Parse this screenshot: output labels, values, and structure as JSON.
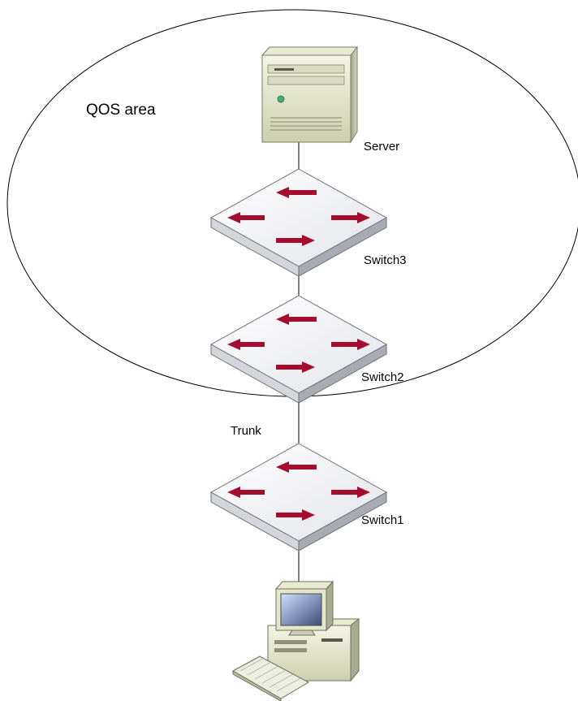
{
  "area": {
    "label": "QOS area"
  },
  "nodes": {
    "server": {
      "label": "Server"
    },
    "switch3": {
      "label": "Switch3"
    },
    "switch2": {
      "label": "Switch2"
    },
    "switch1": {
      "label": "Switch1"
    },
    "pc": {
      "label": ""
    }
  },
  "links": {
    "trunk": {
      "label": "Trunk"
    }
  },
  "colors": {
    "arrow": "#a50d2f",
    "switch_top": "#f4f4f6",
    "switch_side": "#b9bcc3",
    "device_body": "#e6e8cf",
    "line": "#000000"
  }
}
